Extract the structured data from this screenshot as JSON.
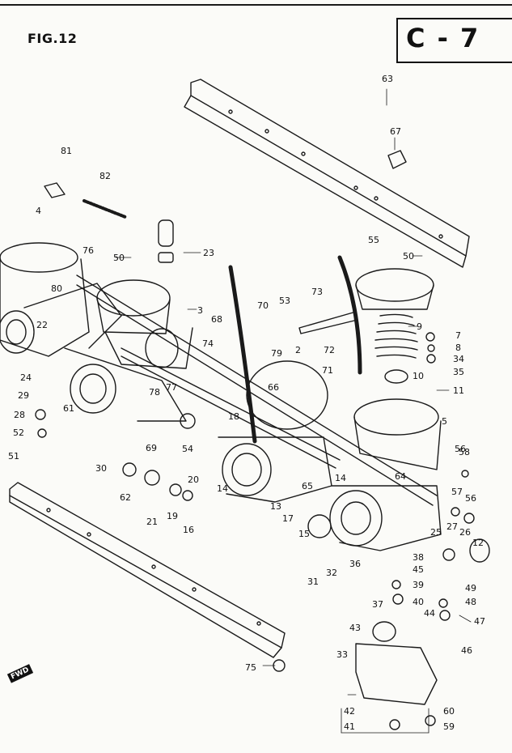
{
  "figure": {
    "fig_label": "FIG.12",
    "section_code": "C - 7",
    "fwd_label": "FWD"
  },
  "callouts": [
    "81",
    "82",
    "63",
    "67",
    "55",
    "4",
    "76",
    "50",
    "23",
    "3",
    "80",
    "50",
    "73",
    "53",
    "70",
    "68",
    "79",
    "72",
    "2",
    "9",
    "7",
    "8",
    "34",
    "10",
    "35",
    "11",
    "74",
    "71",
    "5",
    "66",
    "22",
    "24",
    "29",
    "61",
    "78",
    "77",
    "18",
    "28",
    "52",
    "51",
    "69",
    "54",
    "30",
    "20",
    "14",
    "56",
    "58",
    "62",
    "21",
    "19",
    "16",
    "13",
    "17",
    "65",
    "64",
    "14",
    "57",
    "56",
    "15",
    "25",
    "26",
    "27",
    "12",
    "36",
    "38",
    "45",
    "31",
    "32",
    "37",
    "39",
    "40",
    "49",
    "44",
    "48",
    "47",
    "43",
    "46",
    "33",
    "75",
    "42",
    "41",
    "60",
    "59"
  ]
}
